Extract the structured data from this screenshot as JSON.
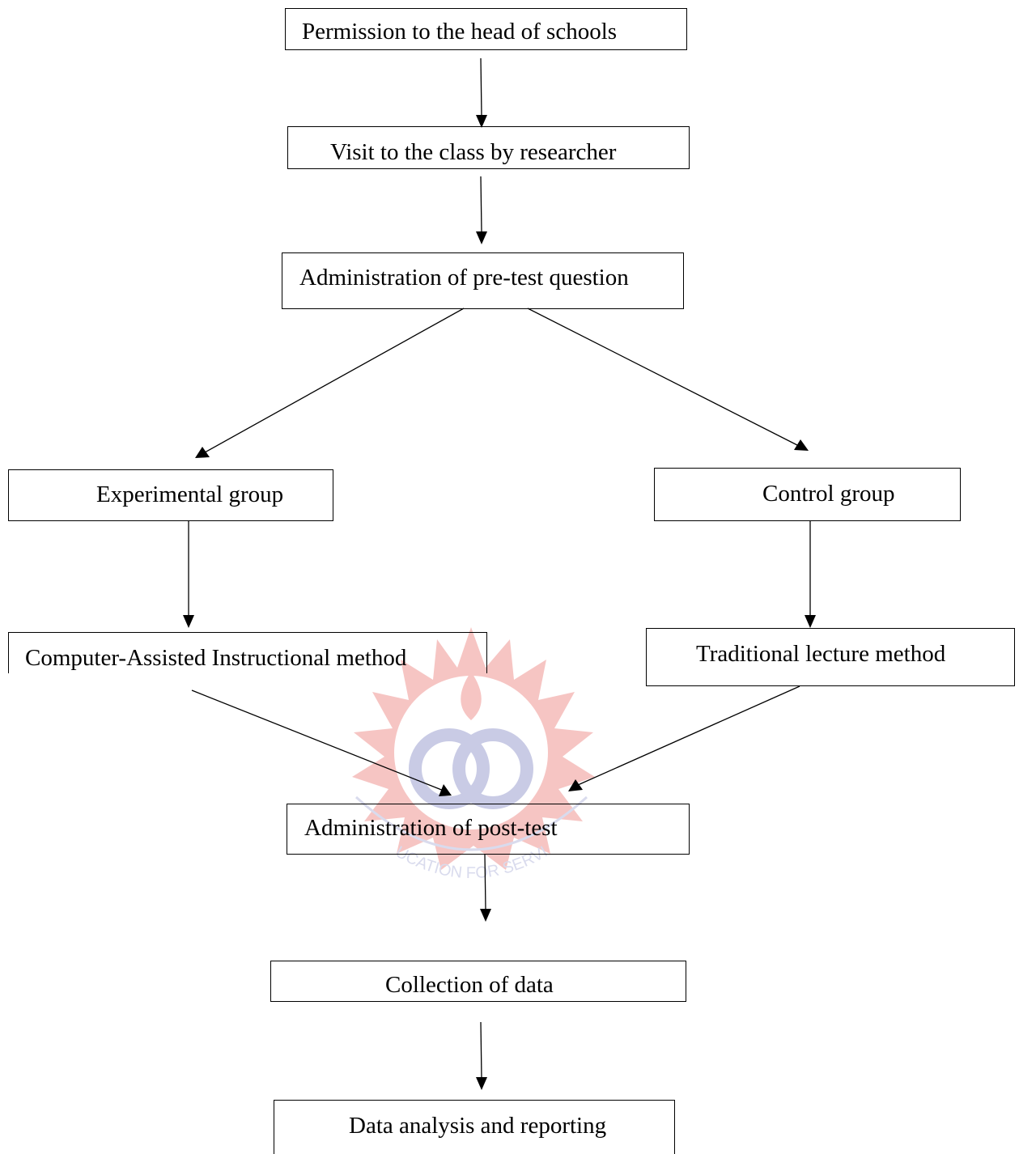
{
  "diagram": {
    "steps": {
      "permission": "Permission to the head of schools",
      "visit": "Visit to the class by researcher",
      "pretest": "Administration of pre-test question",
      "experimental": "Experimental group",
      "control": "Control group",
      "cai": "Computer-Assisted Instructional method",
      "traditional": "Traditional lecture method",
      "posttest": "Administration of post-test",
      "collection": "Collection of data",
      "analysis": "Data analysis and reporting"
    },
    "watermark": {
      "motto": "EDUCATION FOR SERVICE",
      "colors": {
        "flame": "#e0312d",
        "emblem": "#3f49a6"
      }
    }
  }
}
